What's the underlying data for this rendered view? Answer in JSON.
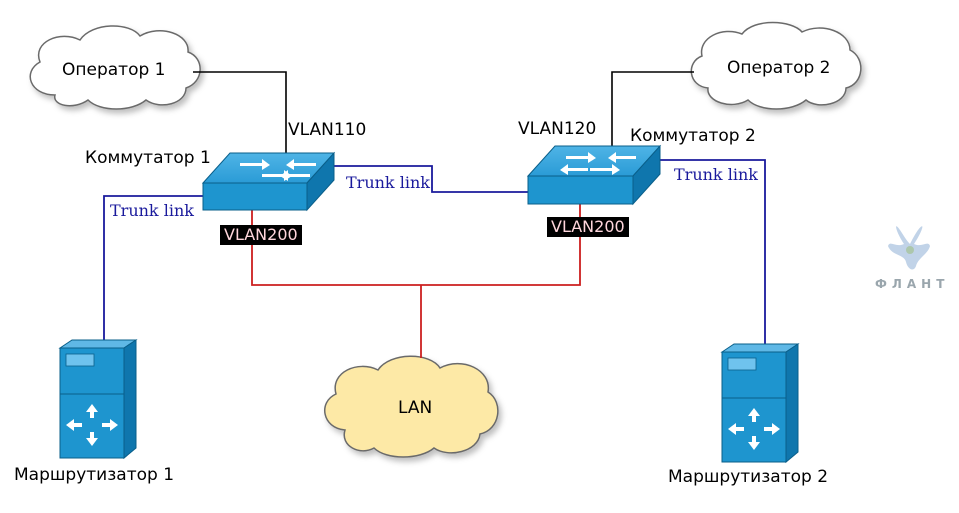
{
  "clouds": {
    "operator1": "Оператор 1",
    "operator2": "Оператор 2",
    "lan": "LAN"
  },
  "switches": {
    "switch1": "Коммутатор 1",
    "switch2": "Коммутатор 2"
  },
  "routers": {
    "router1": "Маршрутизатор 1",
    "router2": "Маршрутизатор 2"
  },
  "vlans": {
    "vlan110": "VLAN110",
    "vlan120": "VLAN120",
    "vlan200_left": "VLAN200",
    "vlan200_right": "VLAN200"
  },
  "links": {
    "trunk_center": "Trunk link",
    "trunk_left": "Trunk link",
    "trunk_right": "Trunk link"
  },
  "logo": {
    "text": "ФЛАНТ"
  },
  "colors": {
    "operator_link": "#000000",
    "trunk_link": "#1a1a9c",
    "vlan200_link": "#cc1f1f",
    "device_blue": "#1e95cf",
    "cloud_stroke": "#6b6b6b"
  }
}
